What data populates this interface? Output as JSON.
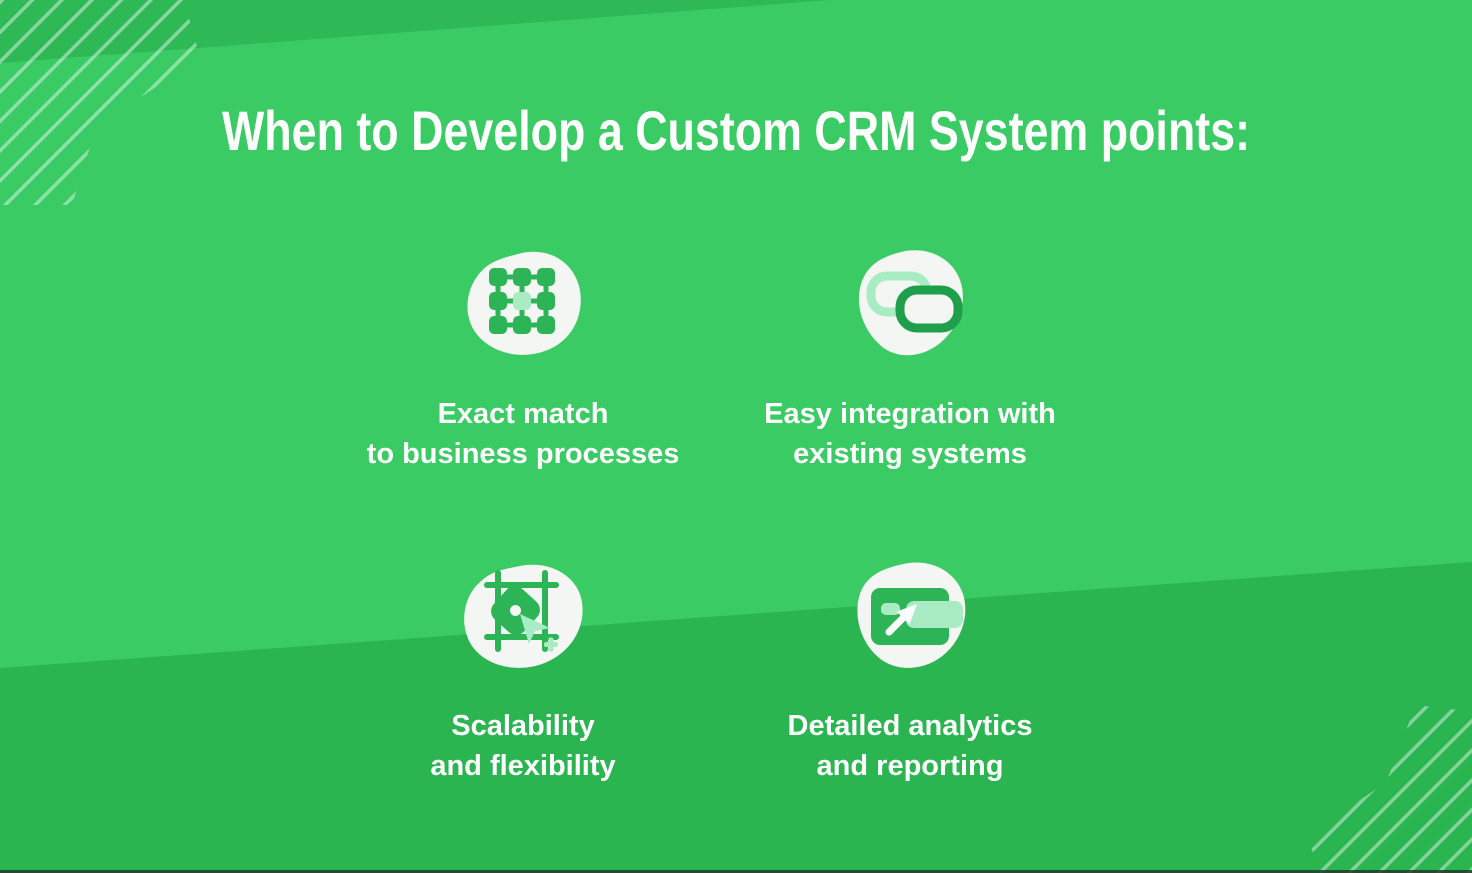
{
  "title": "When to Develop a Custom CRM System points:",
  "items": [
    {
      "icon": "grid-modules-icon",
      "label_line1": "Exact match",
      "label_line2": "to business processes"
    },
    {
      "icon": "chain-link-icon",
      "label_line1": "Easy integration with",
      "label_line2": "existing systems"
    },
    {
      "icon": "transform-scale-icon",
      "label_line1": "Scalability",
      "label_line2": "and flexibility"
    },
    {
      "icon": "analytics-card-icon",
      "label_line1": "Detailed analytics",
      "label_line2": "and reporting"
    }
  ],
  "colors": {
    "background": "#3ACB64",
    "band_top": "#2EB956",
    "band_bottom": "#2BB551",
    "blob_white": "#F3F6F2",
    "icon_green": "#2DB457",
    "icon_dark_green": "#1F9F4B",
    "icon_light_green": "#A9ECC4",
    "stripe": "rgba(255,255,255,0.42)",
    "text": "#FFFFFF",
    "bottom_line": "#22382E"
  }
}
